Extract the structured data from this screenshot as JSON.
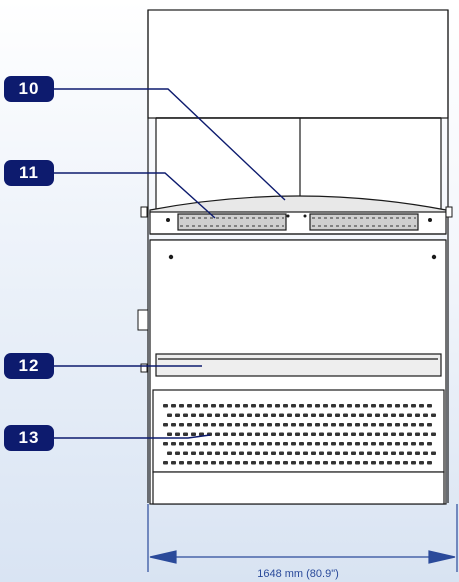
{
  "callouts": [
    {
      "number": "10"
    },
    {
      "number": "11"
    },
    {
      "number": "12"
    },
    {
      "number": "13"
    }
  ],
  "dimension": {
    "label": "1648 mm (80.9\")"
  },
  "colors": {
    "callout_bg": "#0d1b6e",
    "leader_line": "#0d1b6e",
    "dimension_line": "#2a4a9a",
    "drawing_line": "#1a1a1a"
  }
}
